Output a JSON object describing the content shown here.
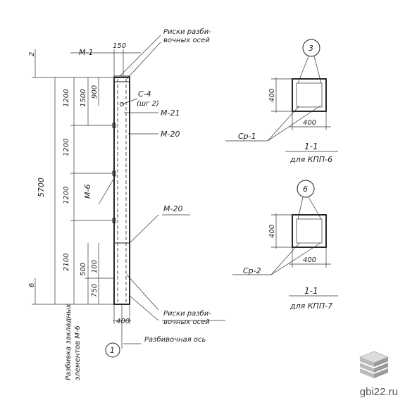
{
  "labels": {
    "m1": "М-1",
    "dim150": "150",
    "risk_top_1": "Риски разби-",
    "risk_top_2": "вочных осей",
    "c4": "С-4",
    "shg2": "(шг 2)",
    "m21": "М-21",
    "m20a": "М-20",
    "m20b": "М-20",
    "m6": "М-6",
    "risk_bot_1": "Риски разби-",
    "risk_bot_2": "вочных осей",
    "axis_label": "Разбивочная ось",
    "axis_num": "1",
    "left_vert_1": "Разбивка закладных",
    "left_vert_2": "элементов М-6",
    "dim5700": "5700",
    "dim1200a": "1200",
    "dim1200b": "1200",
    "dim1200c": "1200",
    "dim2100": "2100",
    "dim900": "900",
    "dim1500": "1500",
    "dim500": "500",
    "dim100": "100",
    "dim750": "750",
    "dim400_bottom": "400",
    "dim_top_left": "2",
    "dim_bot_left": "6",
    "sec1_circle": "3",
    "sec1_h": "400",
    "sec1_w": "400",
    "sec1_cp": "Ср-1",
    "sec1_title": "1-1",
    "sec1_sub": "для КПП-6",
    "sec2_circle": "6",
    "sec2_h": "400",
    "sec2_w": "400",
    "sec2_cp": "Ср-2",
    "sec2_title": "1-1",
    "sec2_sub": "для КПП-7",
    "watermark": "gbi22.ru"
  },
  "colors": {
    "ink": "#222222",
    "watermark": "#555555"
  },
  "icons": {
    "watermark_icon": "stacked-blocks-icon"
  }
}
